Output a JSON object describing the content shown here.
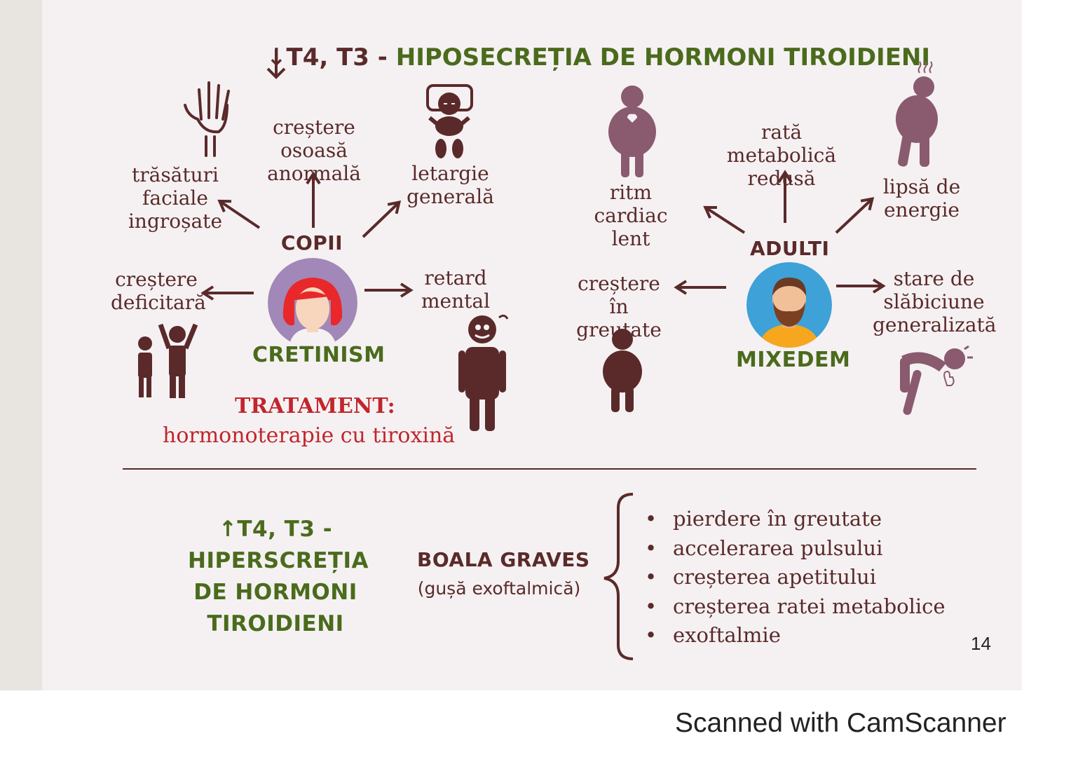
{
  "title": {
    "arrow": "↓",
    "hormones": "T4, T3 - ",
    "text": "HIPOSECREȚIA DE HORMONI TIROIDIENI"
  },
  "copii": {
    "label": "COPII",
    "disease": "CRETINISM",
    "bone": "creștere osoasă\nanormală",
    "facial": "trăsături\nfaciale\ningroșate",
    "lethargy": "letargie\ngenerală",
    "growth": "creștere\ndeficitară",
    "retard": "retard\nmental",
    "treatment_label": "TRATAMENT:",
    "treatment_text": "hormonoterapie cu tiroxină"
  },
  "adulti": {
    "label": "ADULTI",
    "disease": "MIXEDEM",
    "heart": "ritm cardiac\nlent",
    "metabolic": "rată metabolică\nredusă",
    "energy": "lipsă de\nenergie",
    "weight": "creștere în\ngreutate",
    "weakness": "stare de\nslăbiciune\ngeneralizată"
  },
  "hyper": {
    "heading": "↑T4, T3 -\nHIPERSCREȚIA\nDE HORMONI\nTIROIDIENI",
    "disease": "BOALA GRAVES",
    "disease_sub": "(gușă exoftalmică)",
    "symptoms": [
      "pierdere în greutate",
      "accelerarea pulsului",
      "creșterea apetitului",
      "creșterea ratei metabolice",
      "exoftalmie"
    ]
  },
  "page_number": "14",
  "footer": "Scanned with CamScanner",
  "colors": {
    "dark_brown": "#5a2a2a",
    "green": "#4a6b1c",
    "red": "#c0262c",
    "mauve": "#8a5a6e"
  }
}
